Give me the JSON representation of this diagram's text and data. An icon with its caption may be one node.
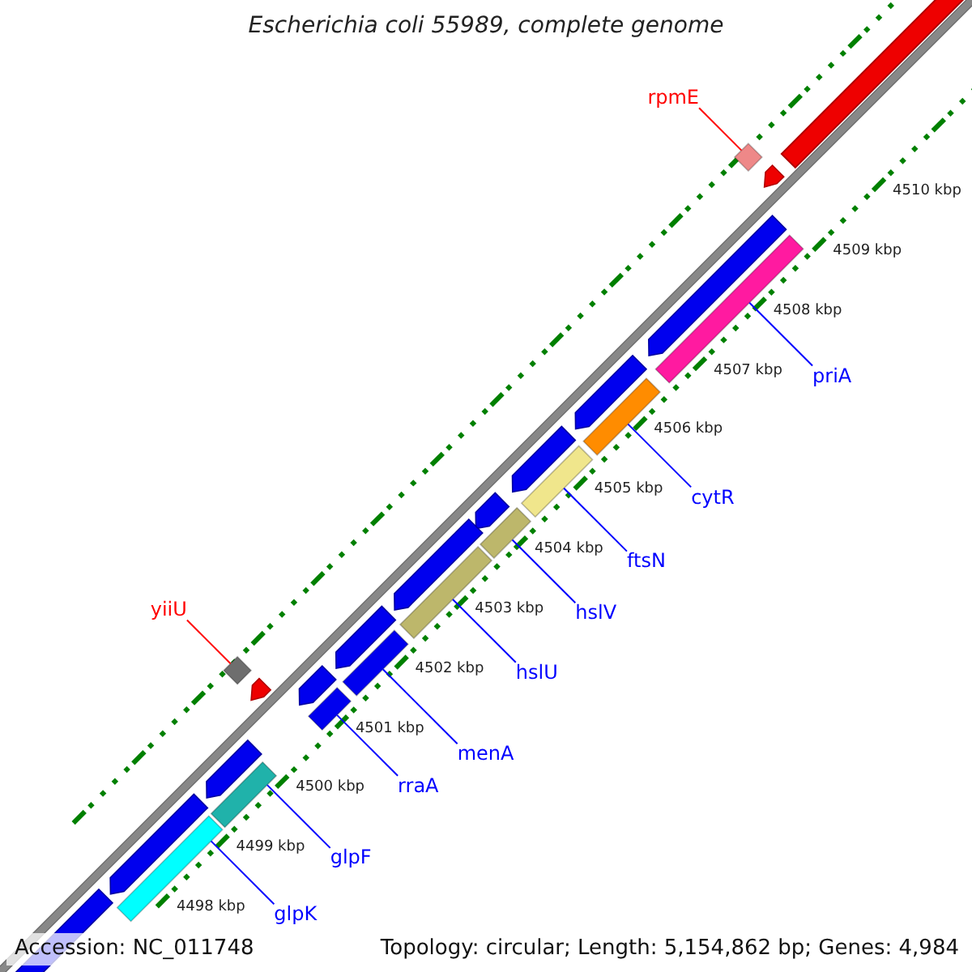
{
  "diagram": {
    "title": "Escherichia coli 55989, complete genome",
    "nodes": [
      {
        "text": [
          "rpmE"
        ]
      },
      {
        "text": [],
        "shape": "box"
      },
      {
        "text": [
          "priA"
        ]
      },
      {
        "text": [],
        "shape": "bar"
      },
      {
        "text": [
          "cytR"
        ]
      },
      {
        "text": [],
        "shape": "bar"
      },
      {
        "text": [
          "ftsN"
        ]
      },
      {
        "text": [],
        "shape": "bar"
      },
      {
        "text": [
          "hslV"
        ]
      },
      {
        "text": [],
        "shape": "bar"
      },
      {
        "text": [
          "yiiU"
        ]
      },
      {
        "text": [],
        "shape": "box"
      },
      {
        "text": [
          "hslU"
        ]
      },
      {
        "text": [],
        "shape": "bar"
      },
      {
        "text": [
          "menA"
        ]
      },
      {
        "text": [],
        "shape": "bar"
      },
      {
        "text": [
          "rraA"
        ]
      },
      {
        "text": [],
        "shape": "bar"
      },
      {
        "text": [
          "glpF"
        ]
      },
      {
        "text": [],
        "shape": "bar"
      },
      {
        "text": [
          "glpK"
        ]
      },
      {
        "text": [],
        "shape": "bar"
      }
    ],
    "edges": [
      {
        "from": 0,
        "to": 1,
        "arrow": "none",
        "color": "#ff0000"
      },
      {
        "from": 2,
        "to": 3,
        "arrow": "none"
      },
      {
        "from": 4,
        "to": 5,
        "arrow": "none"
      },
      {
        "from": 6,
        "to": 7,
        "arrow": "none"
      },
      {
        "from": 8,
        "to": 9,
        "arrow": "none"
      },
      {
        "from": 10,
        "to": 11,
        "arrow": "none",
        "color": "#ff0000"
      },
      {
        "from": 12,
        "to": 13,
        "arrow": "none"
      },
      {
        "from": 14,
        "to": 15,
        "arrow": "none"
      },
      {
        "from": 16,
        "to": 17,
        "arrow": "none"
      },
      {
        "from": 18,
        "to": 19,
        "arrow": "none"
      },
      {
        "from": 20,
        "to": 21,
        "arrow": "none"
      }
    ],
    "labels": [
      "4510 kbp",
      "4509 kbp",
      "4508 kbp",
      "4507 kbp",
      "4506 kbp",
      "4505 kbp",
      "4504 kbp",
      "4503 kbp",
      "4502 kbp",
      "4501 kbp",
      "4500 kbp",
      "4499 kbp",
      "4498 kbp",
      "Accession: NC_011748",
      "Topology: circular; Length: 5,154,862 bp; Genes: 4,984"
    ]
  }
}
